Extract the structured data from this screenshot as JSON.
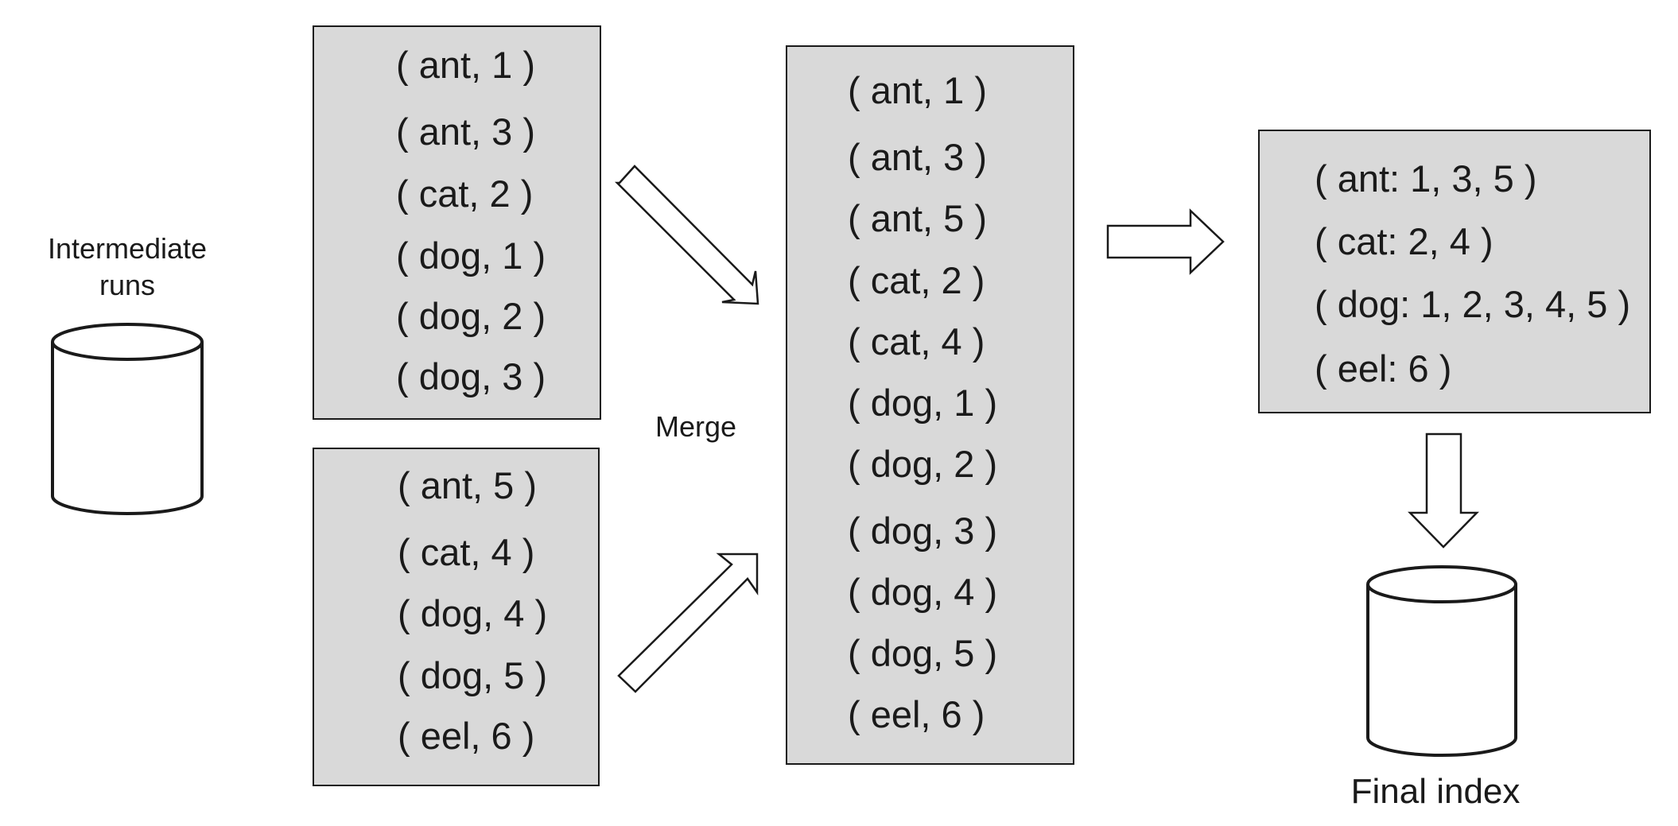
{
  "labels": {
    "intermediate_runs_line1": "Intermediate",
    "intermediate_runs_line2": "runs",
    "merge": "Merge",
    "final_index": "Final index"
  },
  "run1": {
    "entries": [
      "( ant, 1 )",
      "( ant, 3 )",
      "( cat, 2 )",
      "( dog, 1 )",
      "( dog, 2 )",
      "( dog, 3 )"
    ]
  },
  "run2": {
    "entries": [
      "( ant, 5 )",
      "( cat, 4 )",
      "( dog, 4 )",
      "( dog, 5 )",
      "( eel, 6 )"
    ]
  },
  "merged": {
    "entries": [
      "( ant, 1 )",
      "( ant, 3 )",
      "( ant, 5 )",
      "( cat, 2 )",
      "( cat, 4 )",
      "( dog, 1 )",
      "( dog, 2 )",
      "( dog, 3 )",
      "( dog, 4 )",
      "( dog, 5 )",
      "( eel, 6 )"
    ]
  },
  "postings": {
    "entries": [
      "( ant: 1, 3, 5 )",
      "( cat: 2, 4 )",
      "( dog: 1, 2, 3, 4, 5 )",
      "( eel: 6 )"
    ]
  },
  "colors": {
    "box_fill": "#d9d9d9",
    "stroke": "#1a1a1a",
    "background": "#ffffff"
  }
}
